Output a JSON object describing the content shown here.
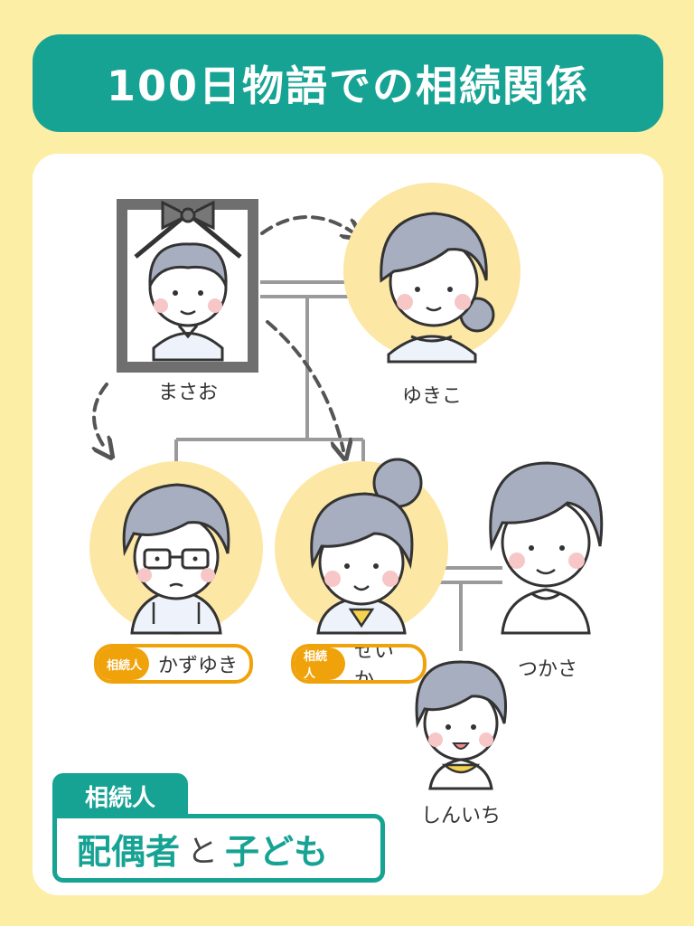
{
  "title": "100日物語での相続関係",
  "people": {
    "masao": "まさお",
    "yukiko": "ゆきこ",
    "kazuyuki": "かずゆき",
    "seika": "せいか",
    "tsukasa": "つかさ",
    "shinichi": "しんいち"
  },
  "heir_tag": "相続人",
  "legend": {
    "label": "相続人",
    "part1": "配偶者",
    "part2": "と",
    "part3": "子ども"
  },
  "colors": {
    "teal": "#17a394",
    "orange": "#f0a20a",
    "circle": "#fde7a5",
    "bg": "#fdeea6",
    "hair": "#a7aebf"
  }
}
